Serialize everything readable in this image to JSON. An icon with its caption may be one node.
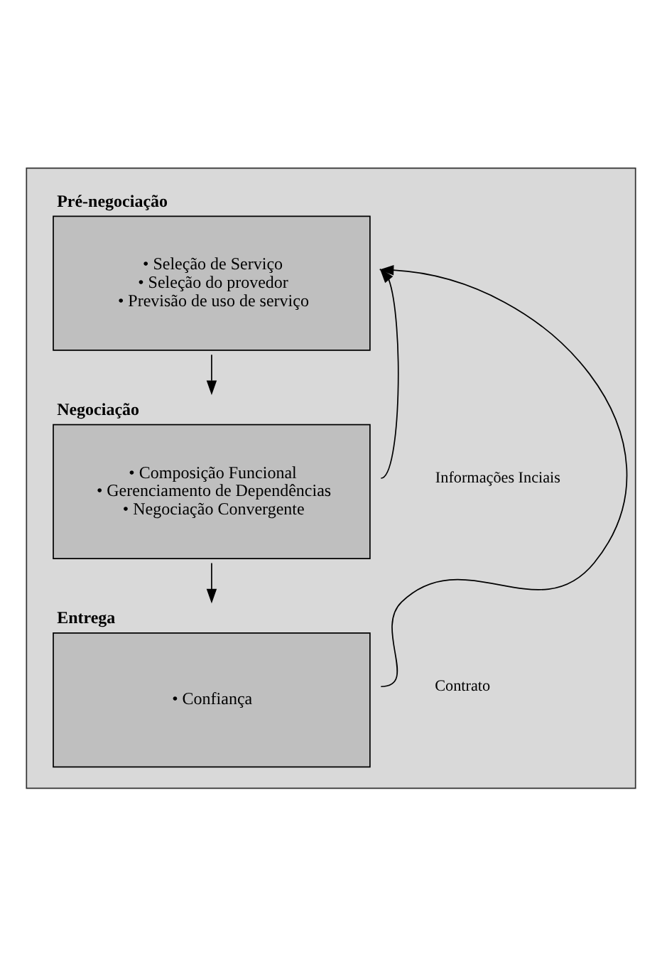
{
  "diagram": {
    "nodes": [
      {
        "text": [],
        "shape": "box"
      },
      {
        "text": [
          "Pré-negociação",
          "• Seleção de Serviço",
          "• Seleção do provedor",
          "• Previsão de uso de serviço"
        ],
        "in": 0
      },
      {
        "text": [
          "Negociação",
          "• Composição Funcional",
          "• Gerenciamento de Dependências",
          "• Negociação Convergente"
        ],
        "in": 0
      },
      {
        "text": [
          "Entrega",
          "• Confiança"
        ],
        "in": 0
      }
    ],
    "edges": [
      {
        "from": 1,
        "to": 2,
        "arrow": "to"
      },
      {
        "from": 2,
        "to": 3,
        "arrow": "to"
      },
      {
        "from": 2,
        "to": 1,
        "arrow": "to"
      },
      {
        "from": 3,
        "to": 1,
        "arrow": "to"
      }
    ],
    "labels": [
      "Informações Inciais",
      "Contrato"
    ]
  }
}
